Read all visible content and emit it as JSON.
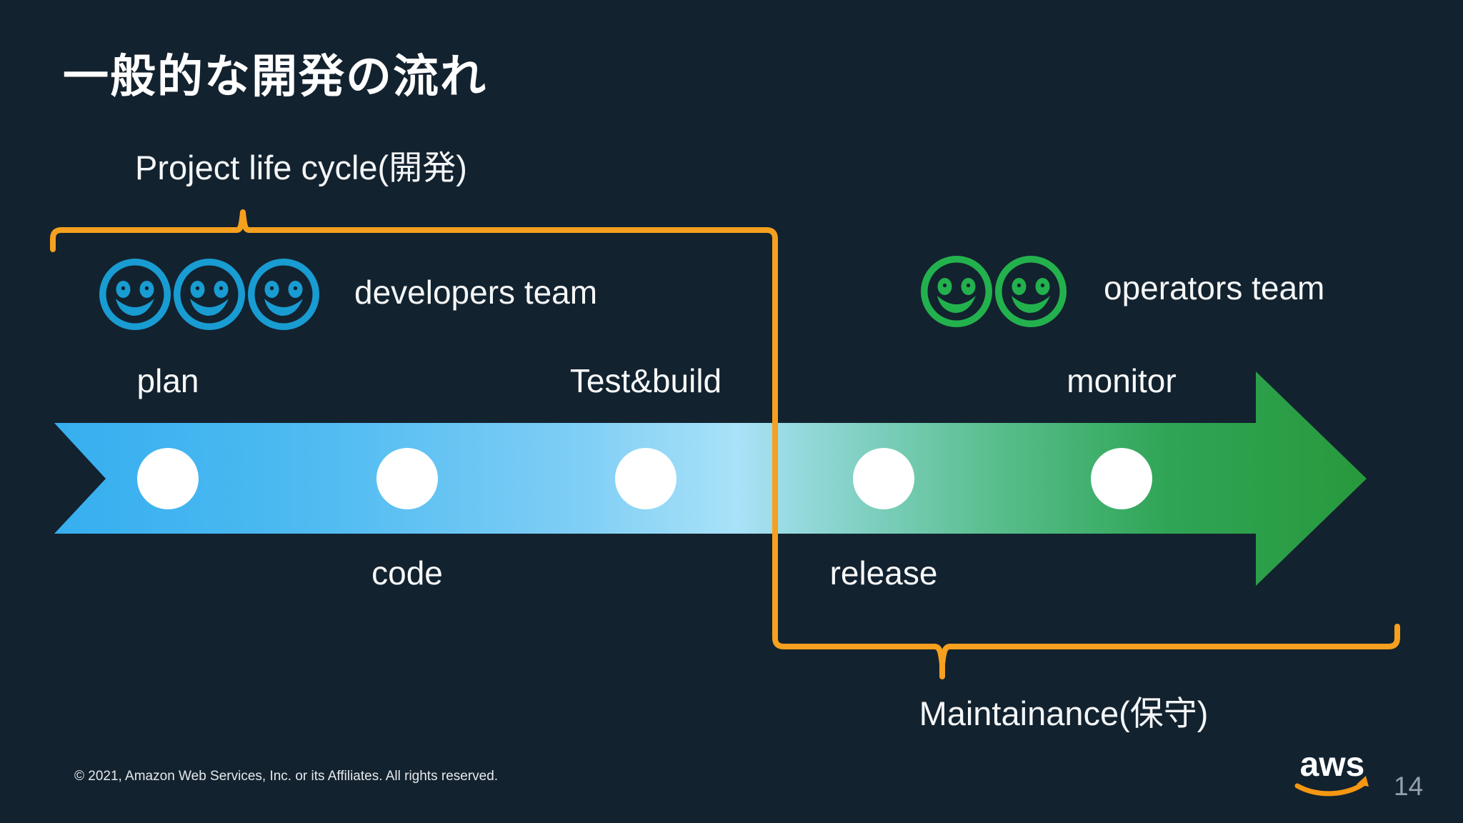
{
  "slide": {
    "title": "一般的な開発の流れ",
    "footer": "© 2021, Amazon Web Services, Inc. or its Affiliates. All rights reserved.",
    "page_number": "14",
    "logo_text": "aws",
    "background_color": "#13222F"
  },
  "annotations": {
    "project_life_cycle_label": "Project life cycle(開発)",
    "maintenance_label": "Maintainance(保守)",
    "bracket_color": "#F5A01E"
  },
  "teams": {
    "developers": {
      "label": "developers team",
      "member_count": 3,
      "color": "#189CD2"
    },
    "operators": {
      "label": "operators team",
      "member_count": 2,
      "color": "#23B14D"
    }
  },
  "pipeline": {
    "stages": [
      {
        "label": "plan",
        "row": "above"
      },
      {
        "label": "code",
        "row": "below"
      },
      {
        "label": "Test&build",
        "row": "above"
      },
      {
        "label": "release",
        "row": "below"
      },
      {
        "label": "monitor",
        "row": "above"
      }
    ],
    "milestone_count": 5,
    "arrow_gradient": {
      "start": "#36AEEF",
      "mid": "#A9E2F8",
      "end": "#28993C"
    },
    "milestone_color": "#FFFFFF"
  }
}
